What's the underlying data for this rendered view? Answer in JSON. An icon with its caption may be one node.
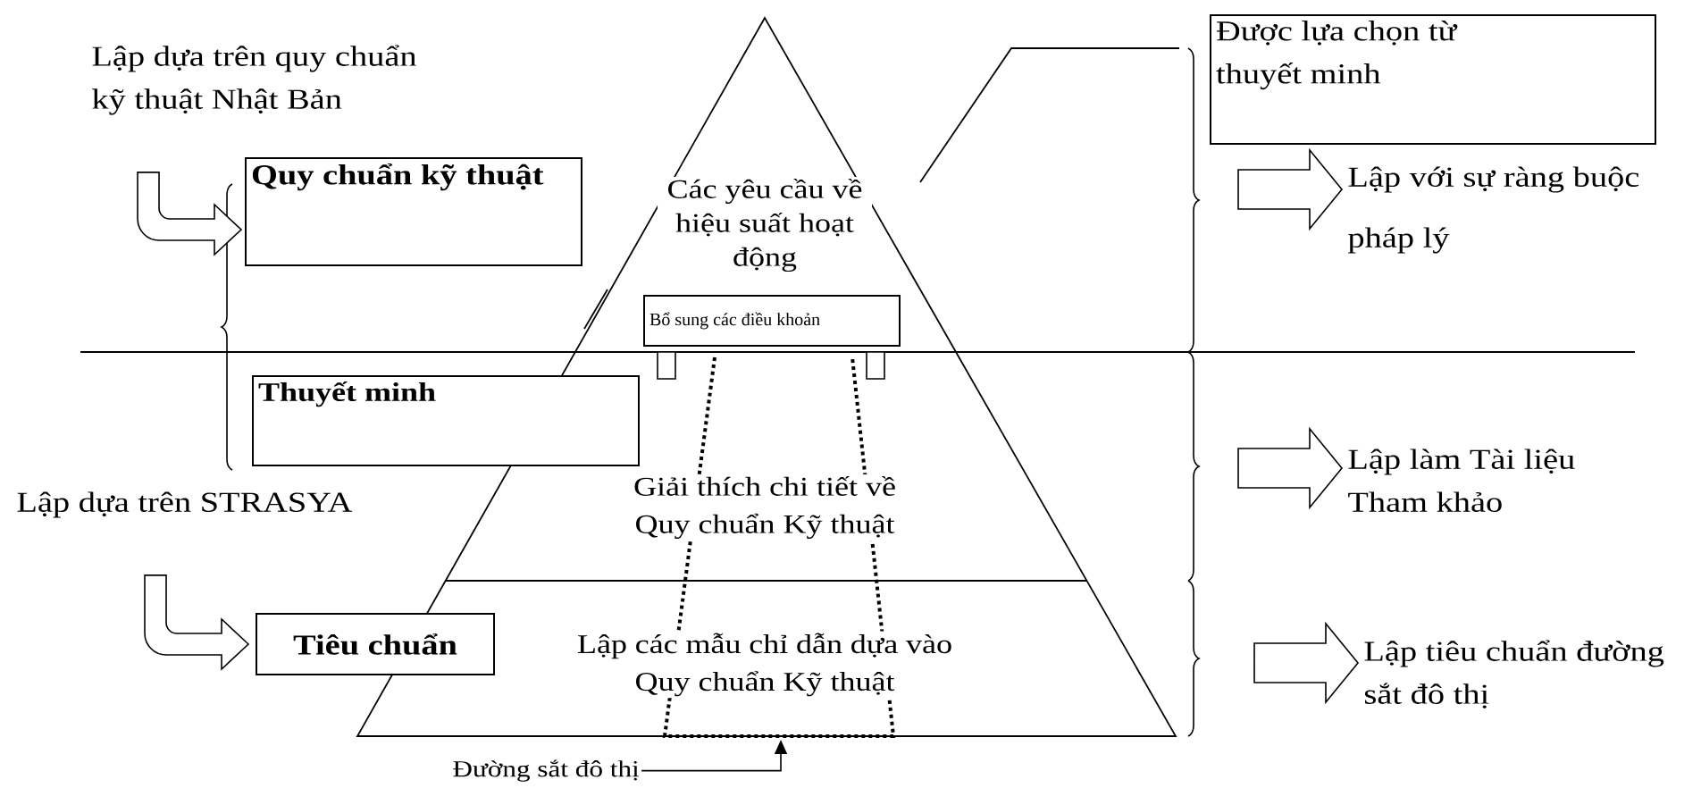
{
  "diagram": {
    "nodes": [
      {
        "text": [
          "Lập dựa trên quy chuẩn kỹ thuật Nhật Bản"
        ]
      },
      {
        "text": [
          "Quy chuẩn kỹ thuật"
        ]
      },
      {
        "text": [
          "Được lựa chọn từ thuyết minh"
        ]
      },
      {
        "text": [
          "Lập với sự ràng buộc pháp lý"
        ]
      },
      {
        "text": [
          "Bổ sung các điều khoản"
        ]
      },
      {
        "text": [
          "Thuyết minh"
        ]
      },
      {
        "text": [
          "Lập làm Tài liệu Tham khảo"
        ]
      },
      {
        "text": [
          "Lập dựa trên STRASYA"
        ]
      },
      {
        "text": [
          "Tiêu chuẩn"
        ]
      },
      {
        "text": [
          "Lập tiêu chuẩn đường sắt đô thị"
        ]
      },
      {
        "text": [
          "Đường sắt đô thị"
        ]
      }
    ],
    "edges": [
      {
        "from": 0,
        "to": 1,
        "arrow": "to"
      },
      {
        "from": 7,
        "to": 8,
        "arrow": "to"
      },
      {
        "from": null,
        "to": 3,
        "arrow": "to"
      },
      {
        "from": null,
        "to": 6,
        "arrow": "to"
      },
      {
        "from": null,
        "to": 9,
        "arrow": "to"
      },
      {
        "from": 10,
        "to": null,
        "arrow": "to"
      }
    ],
    "labels": [
      "Các yêu cầu về hiệu suất hoạt động",
      "Giải thích chi tiết về Quy chuẩn Kỹ thuật",
      "Lập các mẫu chỉ dẫn dựa vào Quy chuẩn Kỹ thuật"
    ]
  }
}
